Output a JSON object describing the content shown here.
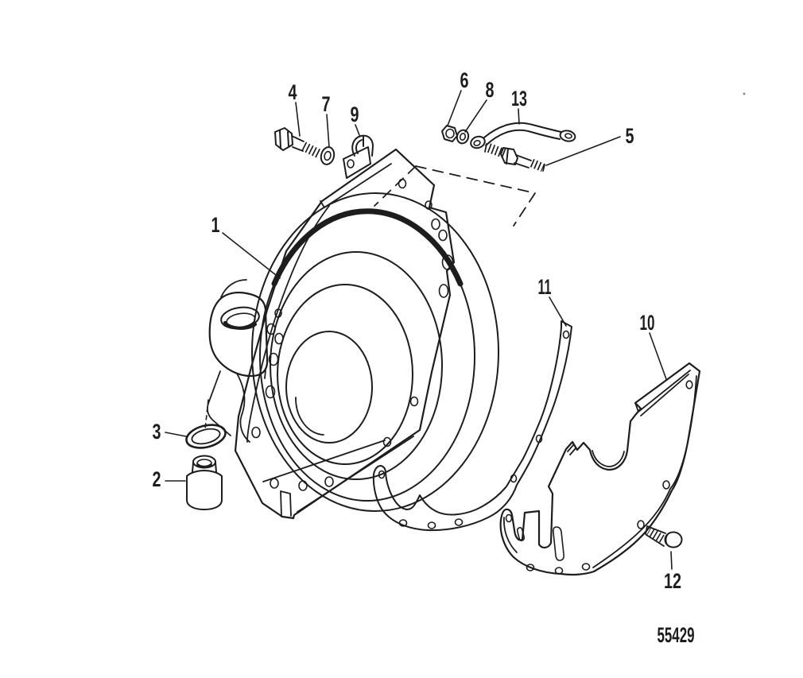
{
  "colors": {
    "ink": "#1d1d1d",
    "background": "#ffffff"
  },
  "drawing": {
    "number": "55429"
  },
  "callouts": [
    {
      "label": "1"
    },
    {
      "label": "2"
    },
    {
      "label": "3"
    },
    {
      "label": "4"
    },
    {
      "label": "5"
    },
    {
      "label": "6"
    },
    {
      "label": "7"
    },
    {
      "label": "8"
    },
    {
      "label": "9"
    },
    {
      "label": "10"
    },
    {
      "label": "11"
    },
    {
      "label": "12"
    },
    {
      "label": "13"
    }
  ]
}
